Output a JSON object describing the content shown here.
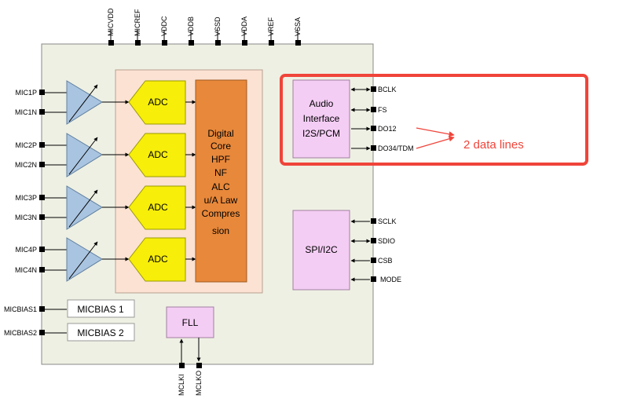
{
  "top_pins": [
    "MICVDD",
    "MICREF",
    "VDDC",
    "VDDB",
    "VSSD",
    "VDDA",
    "VREF",
    "VSSA"
  ],
  "left_pins": [
    "MIC1P",
    "MIC1N",
    "MIC2P",
    "MIC2N",
    "MIC3P",
    "MIC3N",
    "MIC4P",
    "MIC4N",
    "MICBIAS1",
    "MICBIAS2"
  ],
  "adc_label": "ADC",
  "digital_core_lines": [
    "Digital",
    "Core",
    "HPF",
    "NF",
    "ALC",
    "u/A Law",
    "Compres",
    "sion"
  ],
  "audio_interface_lines": [
    "Audio",
    "Interface",
    "I2S/PCM"
  ],
  "audio_pins": [
    "BCLK",
    "FS",
    "DO12",
    "DO34/TDM"
  ],
  "spi_label": "SPI/I2C",
  "spi_pins": [
    "SCLK",
    "SDIO",
    "CSB",
    "MODE"
  ],
  "micbias_blocks": [
    "MICBIAS 1",
    "MICBIAS 2"
  ],
  "fll_label": "FLL",
  "bottom_pins": [
    "MCLKI",
    "MCLKO"
  ],
  "annotation": "2 data lines",
  "colors": {
    "chip_fill": "#eef0e3",
    "digital_area_fill": "#fbe2d3",
    "amp_fill": "#a9c4e0",
    "adc_fill": "#f7ee0a",
    "core_fill": "#e8883a",
    "interface_fill": "#f4cdf4",
    "highlight": "#f0443a"
  }
}
